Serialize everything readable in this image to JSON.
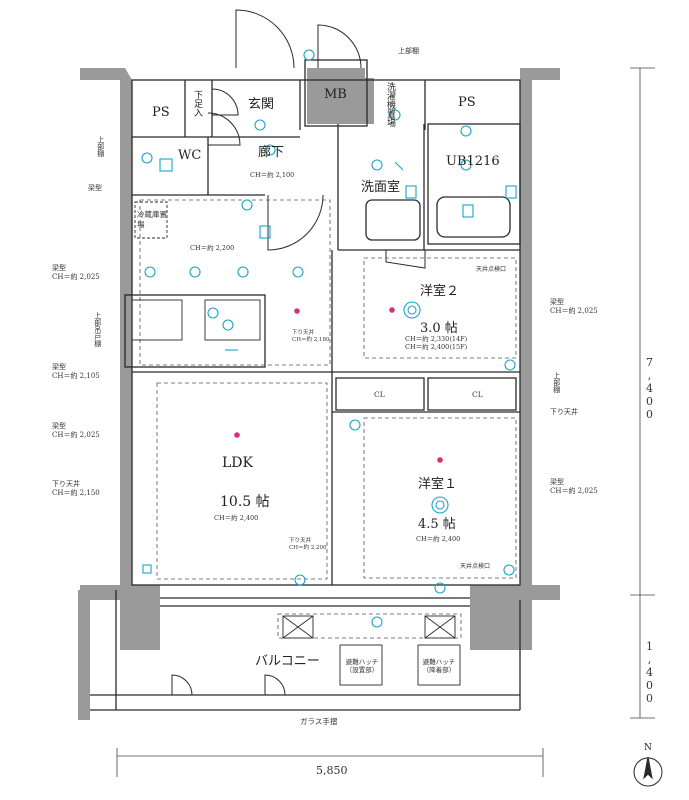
{
  "rooms": {
    "ps_left": "PS",
    "ps_right": "PS",
    "shitaashi": "下足入",
    "genkan": "玄関",
    "mb": "MB",
    "sentakuki": "洗濯機置場",
    "wc": "WC",
    "rouka": "廊下",
    "rouka_ch": "CH＝約 2,100",
    "ub": "UB1216",
    "senmen": "洗面室",
    "reizoko": "冷蔵庫置場",
    "kitchen_ch": "CH＝約 2,200",
    "yoshitsu2": "洋室２",
    "yoshitsu2_size": "3.0 帖",
    "yoshitsu2_ch1": "CH＝約 2,330(14F)",
    "yoshitsu2_ch2": "CH＝約 2,400(15F)",
    "cl1": "CL",
    "cl2": "CL",
    "ldk": "LDK",
    "ldk_size": "10.5 帖",
    "ldk_ch": "CH＝約 2,400",
    "yoshitsu1": "洋室１",
    "yoshitsu1_size": "4.5 帖",
    "yoshitsu1_ch": "CH＝約 2,400",
    "balcony": "バルコニー",
    "hatch1": "避難ハッチ（設置部）",
    "hatch2": "避難ハッチ（降着部）",
    "glass": "ガラス手摺"
  },
  "notes": {
    "top_shelf": "上部棚",
    "top_shelf_right": "上部棚",
    "left_shelf": "上部棚",
    "harigata_left_small": "梁型",
    "harigata_2025_a": "梁型\nCH＝約 2,025",
    "left_cabinet": "上部吊戸棚",
    "harigata_2105": "梁型\nCH＝約 2,105",
    "harigata_2025_b": "梁型\nCH＝約 2,025",
    "sagari_2150": "下り天井\nCH＝約 2,150",
    "sagari_2180": "下り天井\nCH＝約 2,180",
    "sagari_2200": "下り天井\nCH＝約 2,200",
    "tenjo_tenken_top": "天井点検口",
    "tenjo_tenken_bottom": "天井点検口",
    "right_harigata_a": "梁型\nCH＝約 2,025",
    "right_harigata_b": "梁型\nCH＝約 2,025",
    "right_shelf": "上部棚",
    "right_sagari": "下り天井"
  },
  "dimensions": {
    "width": "5,850",
    "depth_main": "7,400",
    "depth_balcony": "1,400"
  },
  "compass": "N",
  "colors": {
    "wall": "#9a9a9a",
    "line": "#2a2a2a",
    "fixture_blue": "#1aa3c9",
    "light_pink": "#d6307a"
  }
}
